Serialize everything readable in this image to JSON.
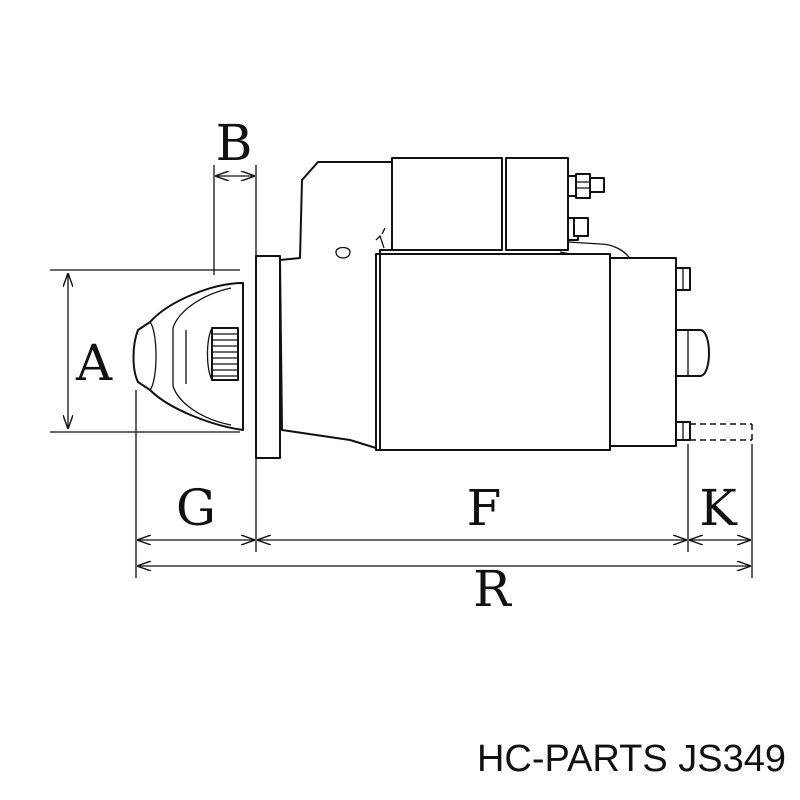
{
  "dimension_labels": {
    "A": "A",
    "B": "B",
    "G": "G",
    "F": "F",
    "K": "K",
    "R": "R"
  },
  "brand": "HC-PARTS JS349"
}
